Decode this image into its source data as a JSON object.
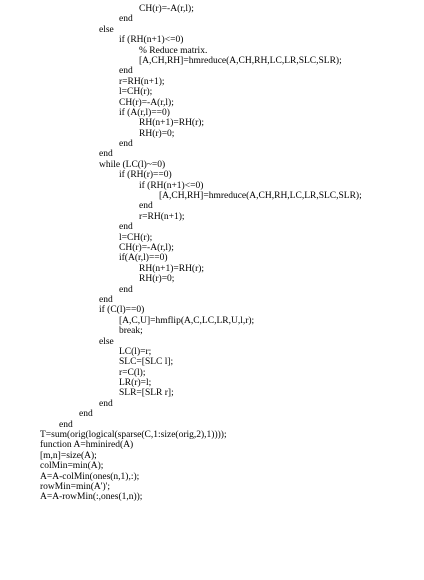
{
  "code_lines": [
    {
      "indent": 5,
      "text": "CH(r)=-A(r,l);"
    },
    {
      "indent": 4,
      "text": "end"
    },
    {
      "indent": 3,
      "text": "else"
    },
    {
      "indent": 4,
      "text": "if (RH(n+1)<=0)"
    },
    {
      "indent": 5,
      "text": "% Reduce matrix."
    },
    {
      "indent": 5,
      "text": "[A,CH,RH]=hmreduce(A,CH,RH,LC,LR,SLC,SLR);"
    },
    {
      "indent": 4,
      "text": "end"
    },
    {
      "indent": 4,
      "text": "r=RH(n+1);"
    },
    {
      "indent": 4,
      "text": "l=CH(r);"
    },
    {
      "indent": 4,
      "text": "CH(r)=-A(r,l);"
    },
    {
      "indent": 4,
      "text": "if (A(r,l)==0)"
    },
    {
      "indent": 5,
      "text": "RH(n+1)=RH(r);"
    },
    {
      "indent": 5,
      "text": "RH(r)=0;"
    },
    {
      "indent": 4,
      "text": "end"
    },
    {
      "indent": 3,
      "text": "end"
    },
    {
      "indent": 3,
      "text": "while (LC(l)~=0)"
    },
    {
      "indent": 4,
      "text": "if (RH(r)==0)"
    },
    {
      "indent": 5,
      "text": "if (RH(n+1)<=0)"
    },
    {
      "indent": 6,
      "text": "[A,CH,RH]=hmreduce(A,CH,RH,LC,LR,SLC,SLR);"
    },
    {
      "indent": 5,
      "text": "end"
    },
    {
      "indent": 5,
      "text": "r=RH(n+1);"
    },
    {
      "indent": 4,
      "text": "end"
    },
    {
      "indent": 4,
      "text": "l=CH(r);"
    },
    {
      "indent": 4,
      "text": "CH(r)=-A(r,l);"
    },
    {
      "indent": 4,
      "text": "if(A(r,l)==0)"
    },
    {
      "indent": 5,
      "text": "RH(n+1)=RH(r);"
    },
    {
      "indent": 5,
      "text": "RH(r)=0;"
    },
    {
      "indent": 4,
      "text": "end"
    },
    {
      "indent": 3,
      "text": "end"
    },
    {
      "indent": 3,
      "text": "if (C(l)==0)"
    },
    {
      "indent": 4,
      "text": "[A,C,U]=hmflip(A,C,LC,LR,U,l,r);"
    },
    {
      "indent": 4,
      "text": "break;"
    },
    {
      "indent": 3,
      "text": "else"
    },
    {
      "indent": 4,
      "text": "LC(l)=r;"
    },
    {
      "indent": 4,
      "text": "SLC=[SLC l];"
    },
    {
      "indent": 4,
      "text": "r=C(l);"
    },
    {
      "indent": 4,
      "text": "LR(r)=l;"
    },
    {
      "indent": 4,
      "text": "SLR=[SLR r];"
    },
    {
      "indent": 3,
      "text": "end"
    },
    {
      "indent": 2,
      "text": "end"
    },
    {
      "indent": 1,
      "text": "end"
    },
    {
      "indent": 0,
      "text": "T=sum(orig(logical(sparse(C,1:size(orig,2),1))));"
    },
    {
      "indent": 0,
      "text": "function A=hminired(A)"
    },
    {
      "indent": 0,
      "text": "[m,n]=size(A);"
    },
    {
      "indent": 0,
      "text": "colMin=min(A);"
    },
    {
      "indent": 0,
      "text": "A=A-colMin(ones(n,1),:);"
    },
    {
      "indent": 0,
      "text": "rowMin=min(A')';"
    },
    {
      "indent": 0,
      "text": "A=A-rowMin(:,ones(1,n));"
    }
  ]
}
